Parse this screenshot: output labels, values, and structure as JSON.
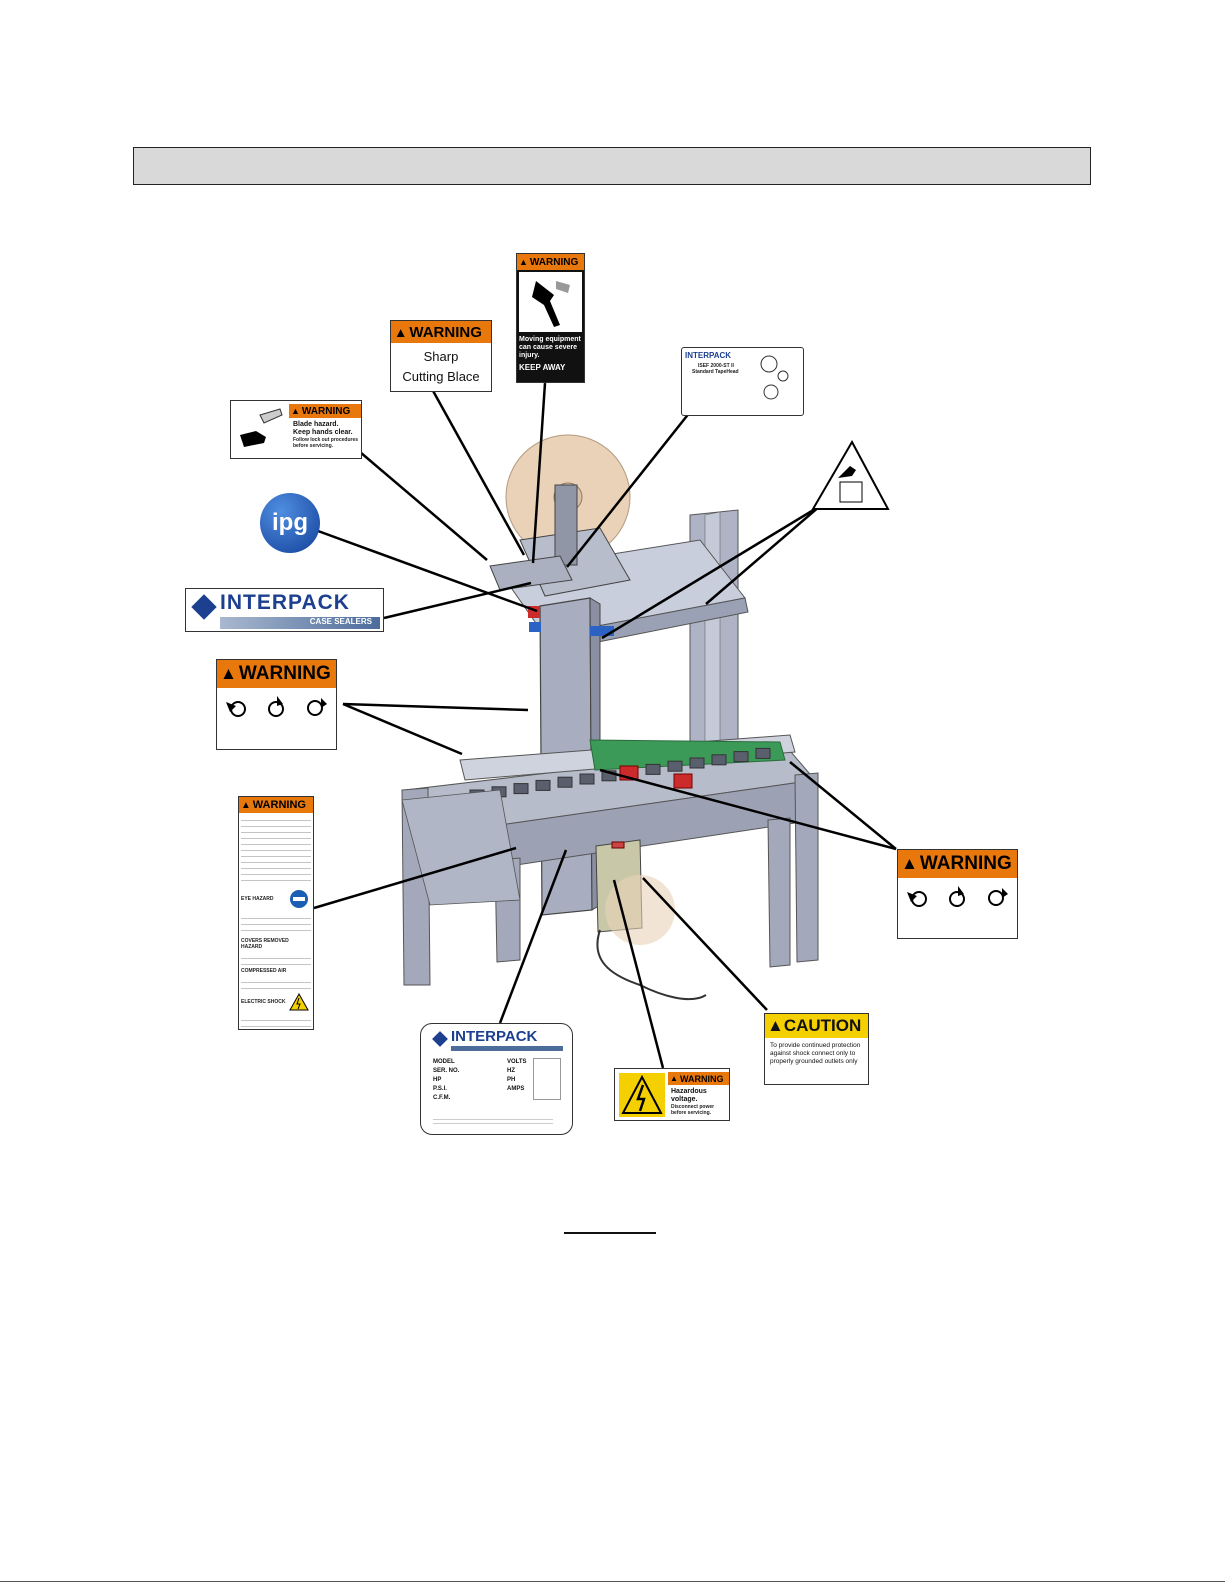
{
  "section": {
    "title": ""
  },
  "colors": {
    "warning": "#e8780c",
    "caution": "#f5d000",
    "machine": "#aeb4c6",
    "tape": "#e9d2b8",
    "belt": "#3c9a58",
    "brand": "#1d3f8f"
  },
  "labels": {
    "sharp": {
      "header": "WARNING",
      "line1": "Sharp",
      "line2": "Cutting Blace"
    },
    "moving": {
      "header": "WARNING",
      "text": "Moving equipment can cause severe injury.",
      "keep": "KEEP AWAY"
    },
    "taphead": {
      "brand": "INTERPACK",
      "line1": "ISEF 2000-ST II",
      "line2": "Standard TapeHead"
    },
    "blade": {
      "header": "WARNING",
      "line1": "Blade hazard.",
      "line2": "Keep hands clear.",
      "line3": "Follow lock out procedures before servicing."
    },
    "ipg": {
      "text": "ipg"
    },
    "interpack_logo": {
      "brand": "INTERPACK",
      "sub": "CASE SEALERS"
    },
    "pinch_left": {
      "header": "WARNING"
    },
    "pinch_right": {
      "header": "WARNING"
    },
    "manual": {
      "header": "WARNING",
      "eye_title": "EYE HAZARD",
      "covers_title": "COVERS REMOVED HAZARD",
      "air_title": "COMPRESSED AIR",
      "shock_title": "ELECTRIC SHOCK"
    },
    "nameplate": {
      "brand": "INTERPACK",
      "model": "MODEL",
      "ser": "SER. NO.",
      "hp": "HP",
      "psi": "P.S.I.",
      "cfm": "C.F.M.",
      "volts": "VOLTS",
      "hz": "HZ",
      "ph": "PH",
      "amps": "AMPS"
    },
    "voltage": {
      "header": "WARNING",
      "line1": "Hazardous voltage.",
      "line2": "Disconnect power before servicing."
    },
    "caution": {
      "header": "CAUTION",
      "text": "To provide continued protection against shock connect only to properly grounded outlets only"
    }
  },
  "icons": [
    "warning-triangle-icon",
    "hand-blade-icon",
    "pinch-point-icon",
    "eye-protection-icon",
    "electric-shock-icon",
    "hand-crush-icon"
  ]
}
